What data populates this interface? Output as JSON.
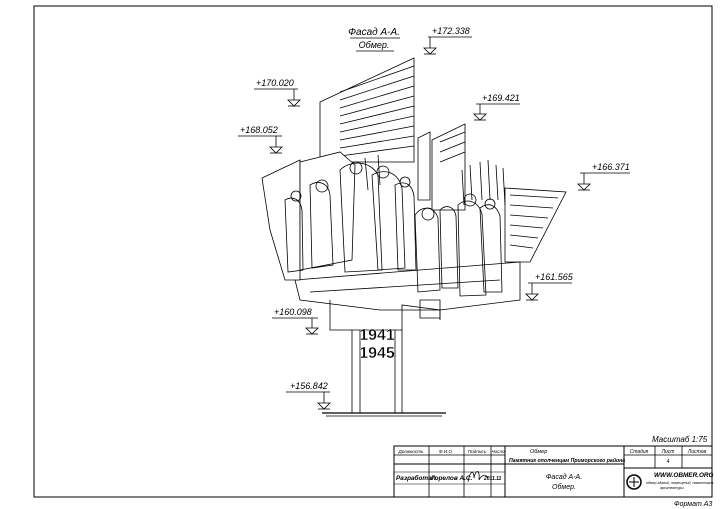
{
  "drawing": {
    "title_line1": "Фасад А-А.",
    "title_line2": "Обмер.",
    "year_top": "1941",
    "year_bottom": "1945"
  },
  "elevations": [
    {
      "id": "e1",
      "label": "+172.338"
    },
    {
      "id": "e2",
      "label": "+170.020"
    },
    {
      "id": "e3",
      "label": "+169.421"
    },
    {
      "id": "e4",
      "label": "+168.052"
    },
    {
      "id": "e5",
      "label": "+166.371"
    },
    {
      "id": "e6",
      "label": "+161.565"
    },
    {
      "id": "e7",
      "label": "+160.098"
    },
    {
      "id": "e8",
      "label": "+156.842"
    }
  ],
  "title_block": {
    "scale": "Масштаб 1:75",
    "col_position": "Должность",
    "col_fio": "Ф.И.О.",
    "col_signature": "Подпись",
    "col_date": "Число",
    "object_label": "Обмер",
    "object_name": "Памятник ополченцам Приморского района",
    "developer_role": "Разработал",
    "developer_name": "Горелов А.С.",
    "date": "2011.11",
    "sheet_title_1": "Фасад А-А.",
    "sheet_title_2": "Обмер.",
    "col_stage": "Стадия",
    "col_sheet": "Лист",
    "col_sheets": "Листов",
    "sheet_no": "4",
    "website": "WWW.OBMER.ORG",
    "website_note": "обмер зданий, помещений, памятников",
    "website_note2": "архитектуры",
    "format": "Формат А3"
  }
}
